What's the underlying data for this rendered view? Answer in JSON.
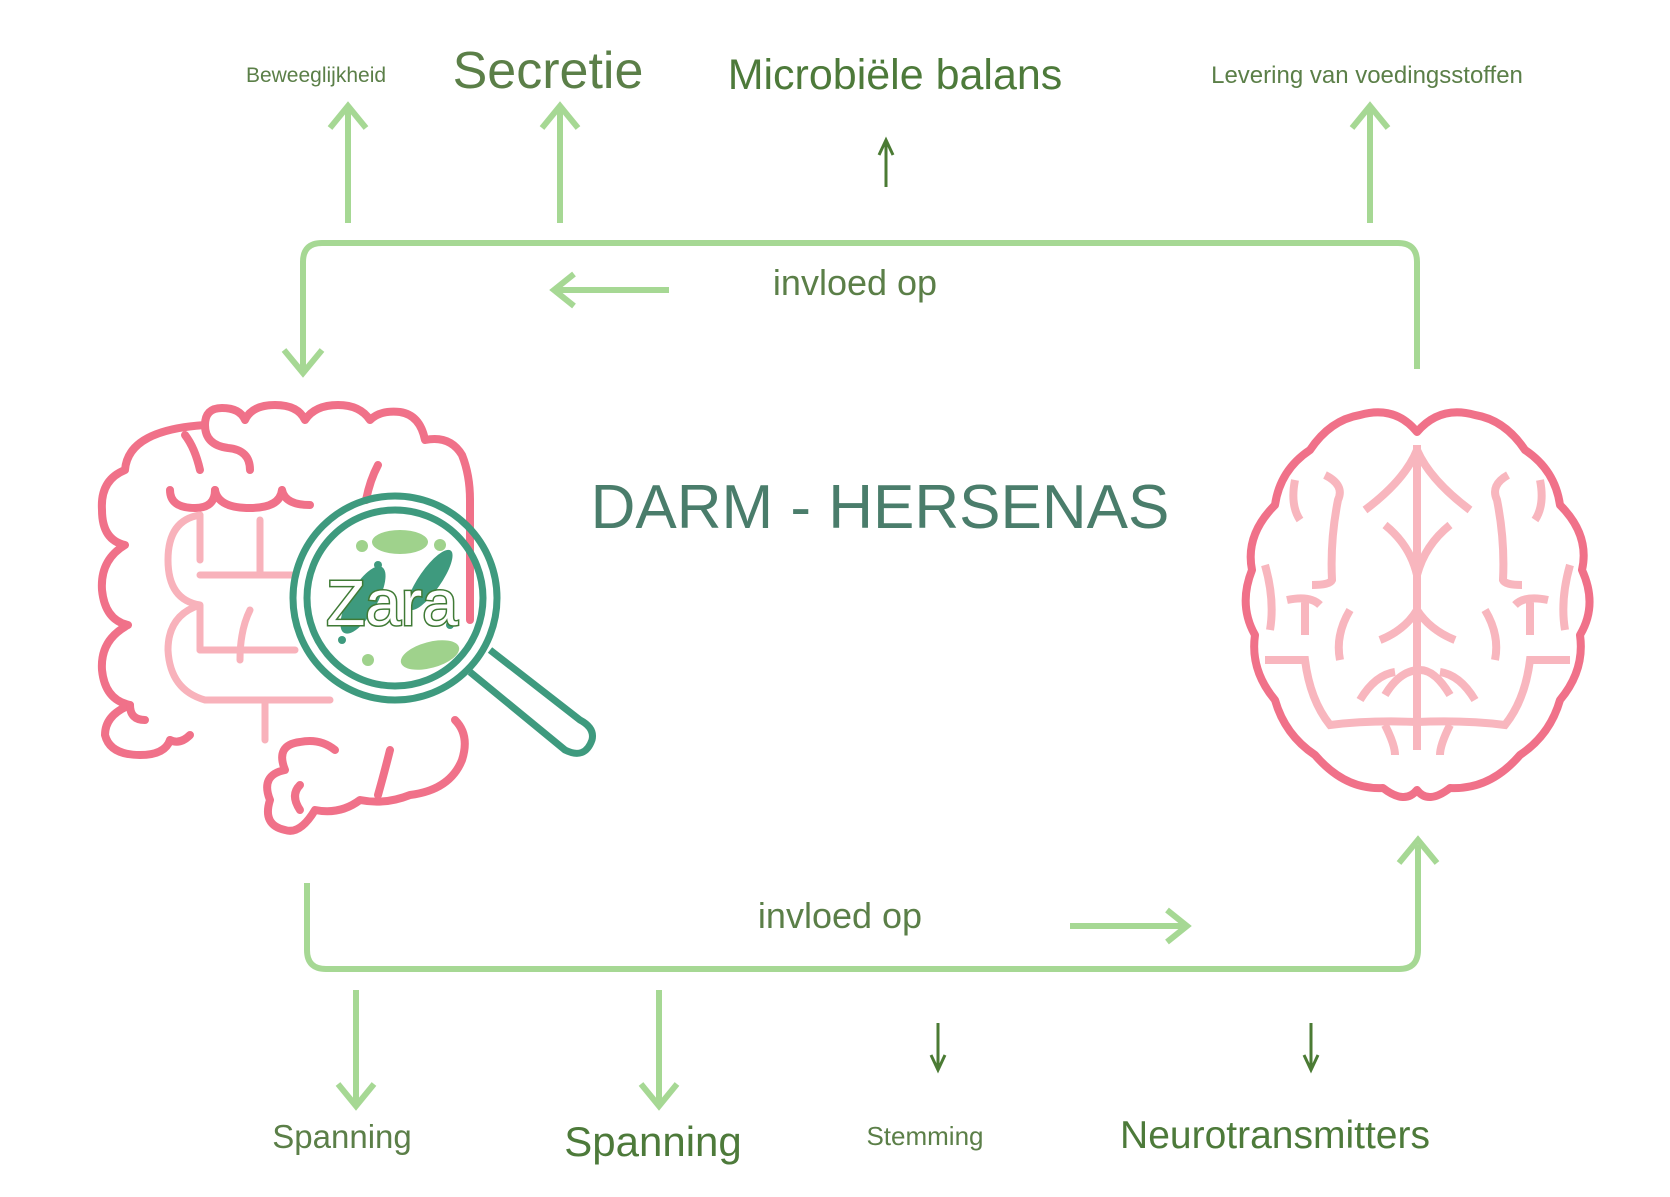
{
  "title": "DARM - HERSENAS",
  "top_labels": {
    "beweeglijkheid": "Beweeglijkheid",
    "secretie": "Secretie",
    "microbiele_balans": "Microbiële balans",
    "levering": "Levering van voedingsstoffen"
  },
  "bottom_labels": {
    "spanning_1": "Spanning",
    "spanning_2": "Spanning",
    "stemming": "Stemming",
    "neurotransmitters": "Neurotransmitters"
  },
  "top_connector_label": "invloed op",
  "bottom_connector_label": "invloed op",
  "logo_text": "Zara",
  "colors": {
    "arrow_green": "#a6d894",
    "text_green": "#5b7f48",
    "title_teal": "#4a7d6b",
    "gut_pink": "#f07189",
    "light_pink": "#f8b2bb",
    "magnifier_teal": "#3e9a7e"
  }
}
